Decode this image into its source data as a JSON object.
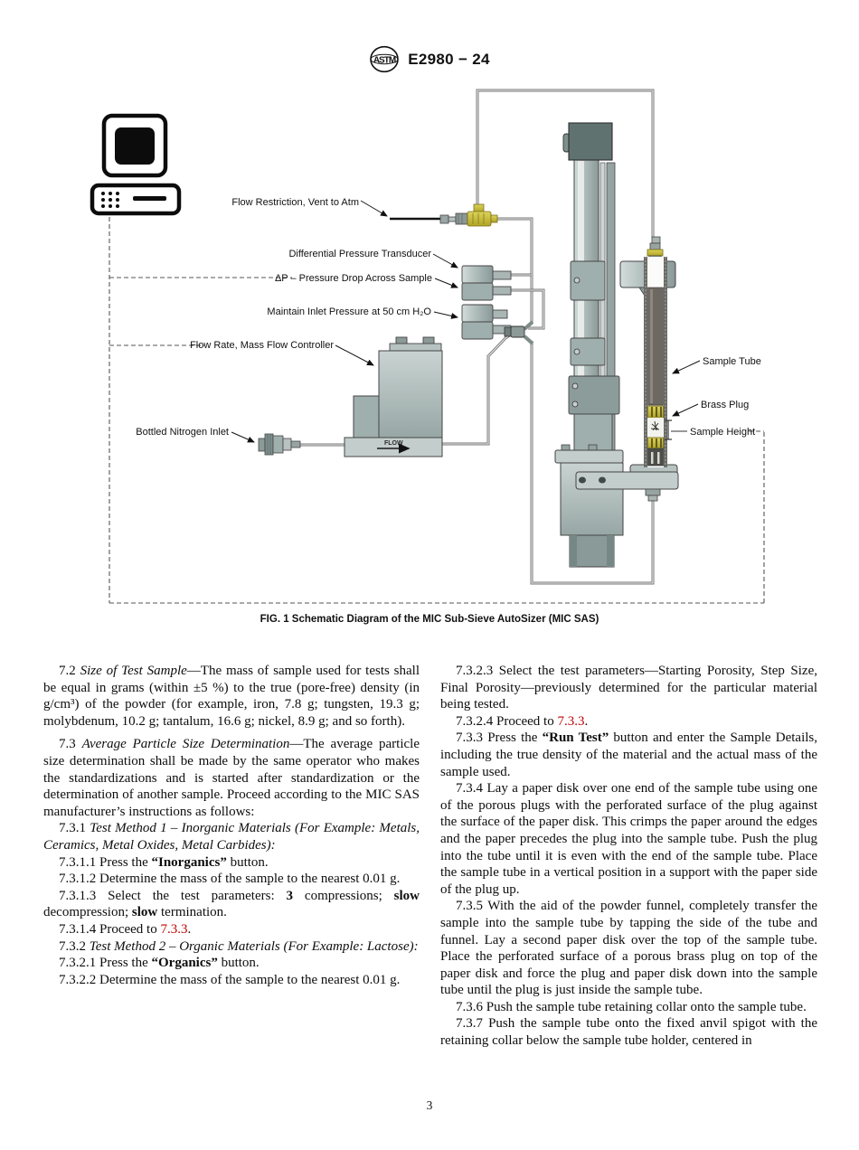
{
  "header": {
    "logo": "ASTM",
    "code": "E2980 − 24"
  },
  "figure": {
    "caption": "FIG. 1 Schematic Diagram of the MIC Sub-Sieve AutoSizer (MIC SAS)",
    "flow_label": "FLOW",
    "labels": {
      "flow_restriction": "Flow Restriction, Vent to Atm",
      "diff_pressure": "Differential Pressure Transducer",
      "pressure_drop": "ΔP – Pressure Drop Across Sample",
      "inlet_pressure": "Maintain Inlet Pressure at 50 cm H₂O",
      "flow_rate": "Flow Rate, Mass Flow Controller",
      "nitrogen": "Bottled Nitrogen Inlet",
      "sample_tube": "Sample Tube",
      "brass_plug": "Brass Plug",
      "sample_height": "Sample Height"
    },
    "colors": {
      "brass": "#c9b832",
      "metal": "#9fafad",
      "link_red": "#c00000"
    }
  },
  "columns": {
    "left": [
      [
        [
          "n",
          "7.2 "
        ],
        [
          "i",
          "Size of Test Sample"
        ],
        [
          "n",
          "—The mass of sample used for tests shall be equal in grams (within ±5 %) to the true (pore-free) density (in g/cm³) of the powder (for example, iron, 7.8 g; tungsten, 19.3 g; molybdenum, 10.2 g; tantalum, 16.6 g; nickel, 8.9 g; and so forth)."
        ]
      ],
      [
        [
          "n",
          "7.3 "
        ],
        [
          "i",
          "Average Particle Size Determination"
        ],
        [
          "n",
          "—The average particle size determination shall be made by the same operator who makes the standardizations and is started after standardization or the determination of another sample. Proceed according to the MIC SAS manufacturer’s instructions as follows:"
        ]
      ],
      [
        [
          "n",
          "7.3.1 "
        ],
        [
          "i",
          "Test Method 1 – Inorganic Materials (For Example: Metals, Ceramics, Metal Oxides, Metal Carbides):"
        ]
      ],
      [
        [
          "n",
          "7.3.1.1 Press the "
        ],
        [
          "b",
          "“Inorganics”"
        ],
        [
          "n",
          " button."
        ]
      ],
      [
        [
          "n",
          "7.3.1.2 Determine the mass of the sample to the nearest 0.01 g."
        ]
      ],
      [
        [
          "n",
          "7.3.1.3 Select the test parameters: "
        ],
        [
          "b",
          "3"
        ],
        [
          "n",
          " compressions; "
        ],
        [
          "b",
          "slow"
        ],
        [
          "n",
          " decompression; "
        ],
        [
          "b",
          "slow"
        ],
        [
          "n",
          " termination."
        ]
      ],
      [
        [
          "n",
          "7.3.1.4 Proceed to "
        ],
        [
          "r",
          "7.3.3"
        ],
        [
          "n",
          "."
        ]
      ],
      [
        [
          "n",
          "7.3.2 "
        ],
        [
          "i",
          "Test Method 2 – Organic Materials (For Example: Lactose):"
        ]
      ],
      [
        [
          "n",
          "7.3.2.1 Press the "
        ],
        [
          "b",
          "“Organics”"
        ],
        [
          "n",
          " button."
        ]
      ],
      [
        [
          "n",
          "7.3.2.2 Determine the mass of the sample to the nearest 0.01 g."
        ]
      ]
    ],
    "right": [
      [
        [
          "n",
          "7.3.2.3 Select the test parameters—Starting Porosity, Step Size, Final Porosity—previously determined for the particular material being tested."
        ]
      ],
      [
        [
          "n",
          "7.3.2.4 Proceed to "
        ],
        [
          "r",
          "7.3.3"
        ],
        [
          "n",
          "."
        ]
      ],
      [
        [
          "n",
          "7.3.3 Press the "
        ],
        [
          "b",
          "“Run Test”"
        ],
        [
          "n",
          " button and enter the Sample Details, including the true density of the material and the actual mass of the sample used."
        ]
      ],
      [
        [
          "n",
          "7.3.4 Lay a paper disk over one end of the sample tube using one of the porous plugs with the perforated surface of the plug against the surface of the paper disk. This crimps the paper around the edges and the paper precedes the plug into the sample tube. Push the plug into the tube until it is even with the end of the sample tube. Place the sample tube in a vertical position in a support with the paper side of the plug up."
        ]
      ],
      [
        [
          "n",
          "7.3.5 With the aid of the powder funnel, completely transfer the sample into the sample tube by tapping the side of the tube and funnel. Lay a second paper disk over the top of the sample tube. Place the perforated surface of a porous brass plug on top of the paper disk and force the plug and paper disk down into the sample tube until the plug is just inside the sample tube."
        ]
      ],
      [
        [
          "n",
          "7.3.6 Push the sample tube retaining collar onto the sample tube."
        ]
      ],
      [
        [
          "n",
          "7.3.7 Push the sample tube onto the fixed anvil spigot with the retaining collar below the sample tube holder, centered in"
        ]
      ]
    ]
  },
  "footer": {
    "page": "3"
  }
}
